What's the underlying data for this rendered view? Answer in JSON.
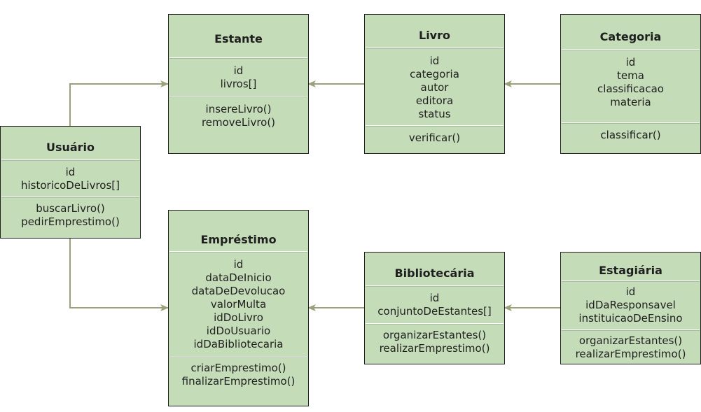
{
  "colors": {
    "fill": "#c5dcb9",
    "stroke": "#1f1f1f",
    "edge": "#9aa07a"
  },
  "classes": {
    "estante": {
      "name": "Estante",
      "attributes": [
        "id",
        "livros[]"
      ],
      "methods": [
        "insereLivro()",
        "removeLivro()"
      ]
    },
    "livro": {
      "name": "Livro",
      "attributes": [
        "id",
        "categoria",
        "autor",
        "editora",
        "status"
      ],
      "methods": [
        "verificar()"
      ]
    },
    "categoria": {
      "name": "Categoria",
      "attributes": [
        "id",
        "tema",
        "classificacao",
        "materia"
      ],
      "methods": [
        "classificar()"
      ]
    },
    "usuario": {
      "name": "Usuário",
      "attributes": [
        "id",
        "historicoDeLivros[]"
      ],
      "methods": [
        "buscarLivro()",
        "pedirEmprestimo()"
      ]
    },
    "emprestimo": {
      "name": "Empréstimo",
      "attributes": [
        "id",
        "dataDeInicio",
        "dataDeDevolucao",
        "valorMulta",
        "idDoLivro",
        "idDoUsuario",
        "idDaBibliotecaria"
      ],
      "methods": [
        "criarEmprestimo()",
        "finalizarEmprestimo()"
      ]
    },
    "bibliotecaria": {
      "name": "Bibliotecária",
      "attributes": [
        "id",
        "conjuntoDeEstantes[]"
      ],
      "methods": [
        "organizarEstantes()",
        "realizarEmprestimo()"
      ]
    },
    "estagiaria": {
      "name": "Estagiária",
      "attributes": [
        "id",
        "idDaResponsavel",
        "instituicaoDeEnsino"
      ],
      "methods": [
        "organizarEstantes()",
        "realizarEmprestimo()"
      ]
    }
  },
  "edges": [
    {
      "from": "usuario",
      "to": "estante"
    },
    {
      "from": "livro",
      "to": "estante"
    },
    {
      "from": "categoria",
      "to": "livro"
    },
    {
      "from": "usuario",
      "to": "emprestimo"
    },
    {
      "from": "bibliotecaria",
      "to": "emprestimo"
    },
    {
      "from": "estagiaria",
      "to": "bibliotecaria"
    }
  ]
}
